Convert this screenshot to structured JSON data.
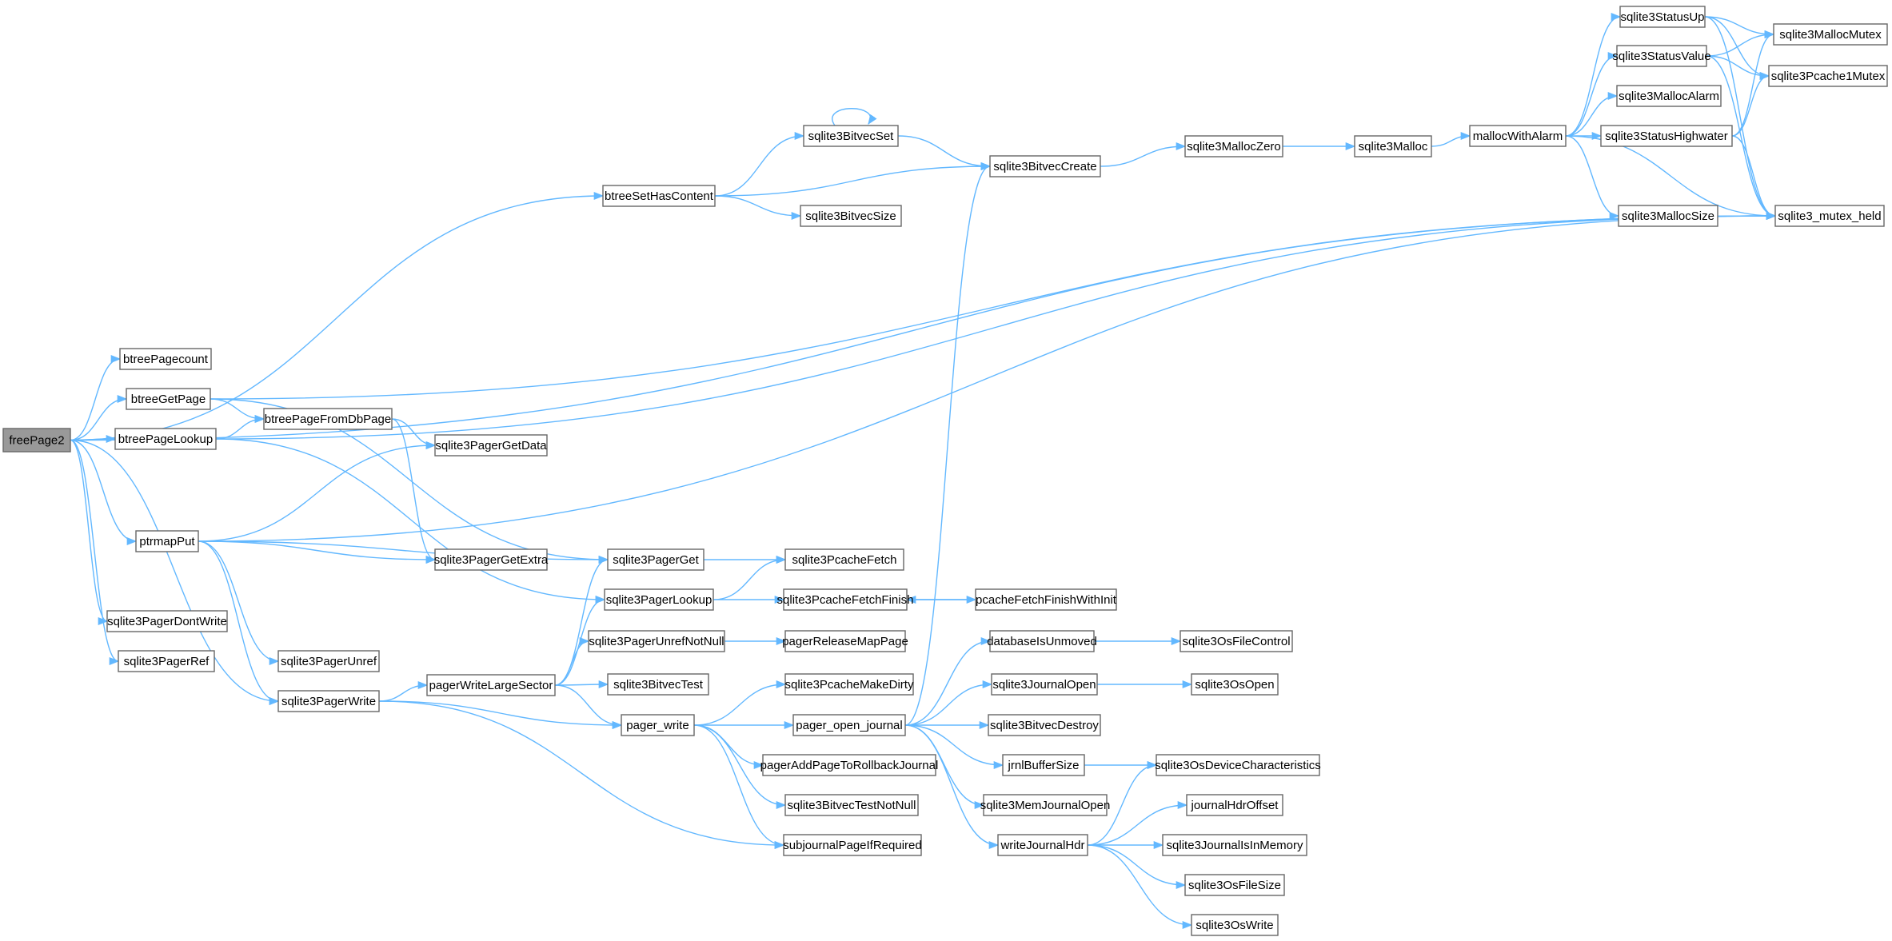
{
  "graph": {
    "colors": {
      "edge": "#63b8ff",
      "node_border": "#666666",
      "root_fill": "#999999",
      "node_fill": "#ffffff"
    },
    "root": "freePage2",
    "nodes": [
      {
        "id": "freePage2",
        "label": "freePage2"
      },
      {
        "id": "btreeSetHasContent",
        "label": "btreeSetHasContent"
      },
      {
        "id": "btreePagecount",
        "label": "btreePagecount"
      },
      {
        "id": "btreeGetPage",
        "label": "btreeGetPage"
      },
      {
        "id": "btreePageLookup",
        "label": "btreePageLookup"
      },
      {
        "id": "btreePageFromDbPage",
        "label": "btreePageFromDbPage"
      },
      {
        "id": "ptrmapPut",
        "label": "ptrmapPut"
      },
      {
        "id": "sqlite3PagerDontWrite",
        "label": "sqlite3PagerDontWrite"
      },
      {
        "id": "sqlite3PagerRef",
        "label": "sqlite3PagerRef"
      },
      {
        "id": "sqlite3PagerUnref",
        "label": "sqlite3PagerUnref"
      },
      {
        "id": "sqlite3PagerWrite",
        "label": "sqlite3PagerWrite"
      },
      {
        "id": "sqlite3PagerGetData",
        "label": "sqlite3PagerGetData"
      },
      {
        "id": "sqlite3PagerGetExtra",
        "label": "sqlite3PagerGetExtra"
      },
      {
        "id": "pagerWriteLargeSector",
        "label": "pagerWriteLargeSector"
      },
      {
        "id": "sqlite3BitvecSet",
        "label": "sqlite3BitvecSet"
      },
      {
        "id": "sqlite3BitvecSize",
        "label": "sqlite3BitvecSize"
      },
      {
        "id": "sqlite3PagerGet",
        "label": "sqlite3PagerGet"
      },
      {
        "id": "sqlite3PagerLookup",
        "label": "sqlite3PagerLookup"
      },
      {
        "id": "sqlite3PagerUnrefNotNull",
        "label": "sqlite3PagerUnrefNotNull"
      },
      {
        "id": "sqlite3BitvecTest",
        "label": "sqlite3BitvecTest"
      },
      {
        "id": "pager_write",
        "label": "pager_write"
      },
      {
        "id": "sqlite3PcacheFetch",
        "label": "sqlite3PcacheFetch"
      },
      {
        "id": "sqlite3PcacheFetchFinish",
        "label": "sqlite3PcacheFetchFinish"
      },
      {
        "id": "pagerReleaseMapPage",
        "label": "pagerReleaseMapPage"
      },
      {
        "id": "sqlite3PcacheMakeDirty",
        "label": "sqlite3PcacheMakeDirty"
      },
      {
        "id": "pager_open_journal",
        "label": "pager_open_journal"
      },
      {
        "id": "pagerAddPageToRollbackJournal",
        "label": "pagerAddPageToRollbackJournal"
      },
      {
        "id": "sqlite3BitvecTestNotNull",
        "label": "sqlite3BitvecTestNotNull"
      },
      {
        "id": "subjournalPageIfRequired",
        "label": "subjournalPageIfRequired"
      },
      {
        "id": "sqlite3BitvecCreate",
        "label": "sqlite3BitvecCreate"
      },
      {
        "id": "pcacheFetchFinishWithInit",
        "label": "pcacheFetchFinishWithInit"
      },
      {
        "id": "databaseIsUnmoved",
        "label": "databaseIsUnmoved"
      },
      {
        "id": "sqlite3JournalOpen",
        "label": "sqlite3JournalOpen"
      },
      {
        "id": "sqlite3BitvecDestroy",
        "label": "sqlite3BitvecDestroy"
      },
      {
        "id": "jrnlBufferSize",
        "label": "jrnlBufferSize"
      },
      {
        "id": "sqlite3MemJournalOpen",
        "label": "sqlite3MemJournalOpen"
      },
      {
        "id": "writeJournalHdr",
        "label": "writeJournalHdr"
      },
      {
        "id": "sqlite3MallocZero",
        "label": "sqlite3MallocZero"
      },
      {
        "id": "sqlite3Malloc",
        "label": "sqlite3Malloc"
      },
      {
        "id": "mallocWithAlarm",
        "label": "mallocWithAlarm"
      },
      {
        "id": "sqlite3OsFileControl",
        "label": "sqlite3OsFileControl"
      },
      {
        "id": "sqlite3OsOpen",
        "label": "sqlite3OsOpen"
      },
      {
        "id": "sqlite3OsDeviceCharacteristics",
        "label": "sqlite3OsDeviceCharacteristics"
      },
      {
        "id": "journalHdrOffset",
        "label": "journalHdrOffset"
      },
      {
        "id": "sqlite3JournalIsInMemory",
        "label": "sqlite3JournalIsInMemory"
      },
      {
        "id": "sqlite3OsFileSize",
        "label": "sqlite3OsFileSize"
      },
      {
        "id": "sqlite3OsWrite",
        "label": "sqlite3OsWrite"
      },
      {
        "id": "sqlite3StatusUp",
        "label": "sqlite3StatusUp"
      },
      {
        "id": "sqlite3StatusValue",
        "label": "sqlite3StatusValue"
      },
      {
        "id": "sqlite3MallocAlarm",
        "label": "sqlite3MallocAlarm"
      },
      {
        "id": "sqlite3StatusHighwater",
        "label": "sqlite3StatusHighwater"
      },
      {
        "id": "sqlite3MallocSize",
        "label": "sqlite3MallocSize"
      },
      {
        "id": "sqlite3MallocMutex",
        "label": "sqlite3MallocMutex"
      },
      {
        "id": "sqlite3Pcache1Mutex",
        "label": "sqlite3Pcache1Mutex"
      },
      {
        "id": "sqlite3_mutex_held",
        "label": "sqlite3_mutex_held"
      }
    ],
    "edges": [
      [
        "freePage2",
        "btreeSetHasContent"
      ],
      [
        "freePage2",
        "btreePagecount"
      ],
      [
        "freePage2",
        "btreeGetPage"
      ],
      [
        "freePage2",
        "btreePageLookup"
      ],
      [
        "freePage2",
        "ptrmapPut"
      ],
      [
        "freePage2",
        "sqlite3PagerDontWrite"
      ],
      [
        "freePage2",
        "sqlite3PagerRef"
      ],
      [
        "freePage2",
        "sqlite3PagerWrite"
      ],
      [
        "freePage2",
        "sqlite3_mutex_held"
      ],
      [
        "btreeSetHasContent",
        "sqlite3BitvecSet"
      ],
      [
        "btreeSetHasContent",
        "sqlite3BitvecCreate"
      ],
      [
        "btreeSetHasContent",
        "sqlite3BitvecSize"
      ],
      [
        "sqlite3BitvecSet",
        "sqlite3BitvecSet"
      ],
      [
        "sqlite3BitvecSet",
        "sqlite3BitvecCreate"
      ],
      [
        "sqlite3BitvecCreate",
        "sqlite3MallocZero"
      ],
      [
        "sqlite3MallocZero",
        "sqlite3Malloc"
      ],
      [
        "sqlite3Malloc",
        "mallocWithAlarm"
      ],
      [
        "mallocWithAlarm",
        "sqlite3StatusUp"
      ],
      [
        "mallocWithAlarm",
        "sqlite3StatusValue"
      ],
      [
        "mallocWithAlarm",
        "sqlite3MallocAlarm"
      ],
      [
        "mallocWithAlarm",
        "sqlite3StatusHighwater"
      ],
      [
        "mallocWithAlarm",
        "sqlite3MallocSize"
      ],
      [
        "mallocWithAlarm",
        "sqlite3_mutex_held"
      ],
      [
        "sqlite3StatusUp",
        "sqlite3MallocMutex"
      ],
      [
        "sqlite3StatusUp",
        "sqlite3Pcache1Mutex"
      ],
      [
        "sqlite3StatusUp",
        "sqlite3_mutex_held"
      ],
      [
        "sqlite3StatusValue",
        "sqlite3MallocMutex"
      ],
      [
        "sqlite3StatusValue",
        "sqlite3Pcache1Mutex"
      ],
      [
        "sqlite3StatusValue",
        "sqlite3_mutex_held"
      ],
      [
        "sqlite3StatusHighwater",
        "sqlite3MallocMutex"
      ],
      [
        "sqlite3StatusHighwater",
        "sqlite3Pcache1Mutex"
      ],
      [
        "sqlite3StatusHighwater",
        "sqlite3_mutex_held"
      ],
      [
        "btreeGetPage",
        "btreePageFromDbPage"
      ],
      [
        "btreeGetPage",
        "sqlite3PagerGet"
      ],
      [
        "btreeGetPage",
        "sqlite3_mutex_held"
      ],
      [
        "btreePageLookup",
        "btreePageFromDbPage"
      ],
      [
        "btreePageLookup",
        "sqlite3PagerLookup"
      ],
      [
        "btreePageLookup",
        "sqlite3_mutex_held"
      ],
      [
        "btreePageFromDbPage",
        "sqlite3PagerGetData"
      ],
      [
        "btreePageFromDbPage",
        "sqlite3PagerGetExtra"
      ],
      [
        "ptrmapPut",
        "sqlite3PagerGetData"
      ],
      [
        "ptrmapPut",
        "sqlite3PagerGetExtra"
      ],
      [
        "ptrmapPut",
        "sqlite3PagerGet"
      ],
      [
        "ptrmapPut",
        "sqlite3PagerUnref"
      ],
      [
        "ptrmapPut",
        "sqlite3PagerWrite"
      ],
      [
        "ptrmapPut",
        "sqlite3_mutex_held"
      ],
      [
        "sqlite3PagerWrite",
        "pagerWriteLargeSector"
      ],
      [
        "sqlite3PagerWrite",
        "pager_write"
      ],
      [
        "sqlite3PagerWrite",
        "subjournalPageIfRequired"
      ],
      [
        "pagerWriteLargeSector",
        "sqlite3PagerGet"
      ],
      [
        "pagerWriteLargeSector",
        "sqlite3PagerLookup"
      ],
      [
        "pagerWriteLargeSector",
        "sqlite3PagerUnrefNotNull"
      ],
      [
        "pagerWriteLargeSector",
        "sqlite3BitvecTest"
      ],
      [
        "pagerWriteLargeSector",
        "pager_write"
      ],
      [
        "sqlite3PagerGet",
        "sqlite3PcacheFetch"
      ],
      [
        "sqlite3PagerLookup",
        "sqlite3PcacheFetch"
      ],
      [
        "sqlite3PagerLookup",
        "sqlite3PcacheFetchFinish"
      ],
      [
        "sqlite3PcacheFetchFinish",
        "pcacheFetchFinishWithInit"
      ],
      [
        "pcacheFetchFinishWithInit",
        "sqlite3PcacheFetchFinish"
      ],
      [
        "sqlite3PagerUnrefNotNull",
        "pagerReleaseMapPage"
      ],
      [
        "pager_write",
        "sqlite3PcacheMakeDirty"
      ],
      [
        "pager_write",
        "pager_open_journal"
      ],
      [
        "pager_write",
        "pagerAddPageToRollbackJournal"
      ],
      [
        "pager_write",
        "sqlite3BitvecTestNotNull"
      ],
      [
        "pager_write",
        "subjournalPageIfRequired"
      ],
      [
        "pager_open_journal",
        "sqlite3BitvecCreate"
      ],
      [
        "pager_open_journal",
        "databaseIsUnmoved"
      ],
      [
        "pager_open_journal",
        "sqlite3JournalOpen"
      ],
      [
        "pager_open_journal",
        "sqlite3BitvecDestroy"
      ],
      [
        "pager_open_journal",
        "jrnlBufferSize"
      ],
      [
        "pager_open_journal",
        "sqlite3MemJournalOpen"
      ],
      [
        "pager_open_journal",
        "writeJournalHdr"
      ],
      [
        "databaseIsUnmoved",
        "sqlite3OsFileControl"
      ],
      [
        "sqlite3JournalOpen",
        "sqlite3OsOpen"
      ],
      [
        "jrnlBufferSize",
        "sqlite3OsDeviceCharacteristics"
      ],
      [
        "writeJournalHdr",
        "sqlite3OsDeviceCharacteristics"
      ],
      [
        "writeJournalHdr",
        "journalHdrOffset"
      ],
      [
        "writeJournalHdr",
        "sqlite3JournalIsInMemory"
      ],
      [
        "writeJournalHdr",
        "sqlite3OsFileSize"
      ],
      [
        "writeJournalHdr",
        "sqlite3OsWrite"
      ]
    ]
  }
}
